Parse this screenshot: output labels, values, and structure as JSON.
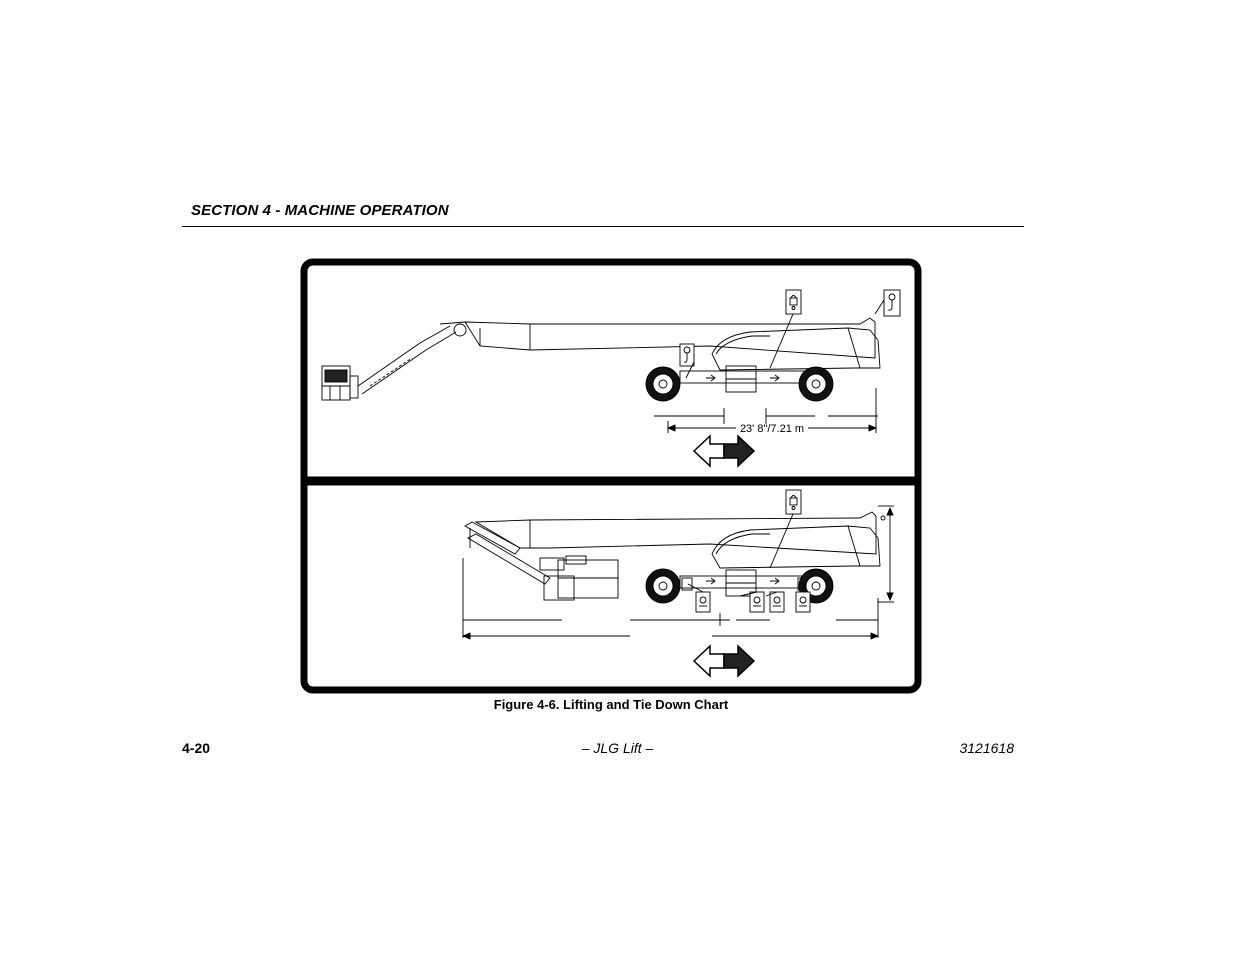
{
  "header": {
    "section_title": "SECTION 4 - MACHINE OPERATION"
  },
  "figure": {
    "dimension_label": "23' 8\"/7.21 m",
    "caption": "Figure 4-6. Lifting and Tie Down Chart",
    "icons": [
      "lift-point-icon",
      "tie-down-icon",
      "direction-arrow-icon"
    ]
  },
  "footer": {
    "page_number": "4-20",
    "center_text": "– JLG Lift –",
    "doc_number": "3121618"
  }
}
